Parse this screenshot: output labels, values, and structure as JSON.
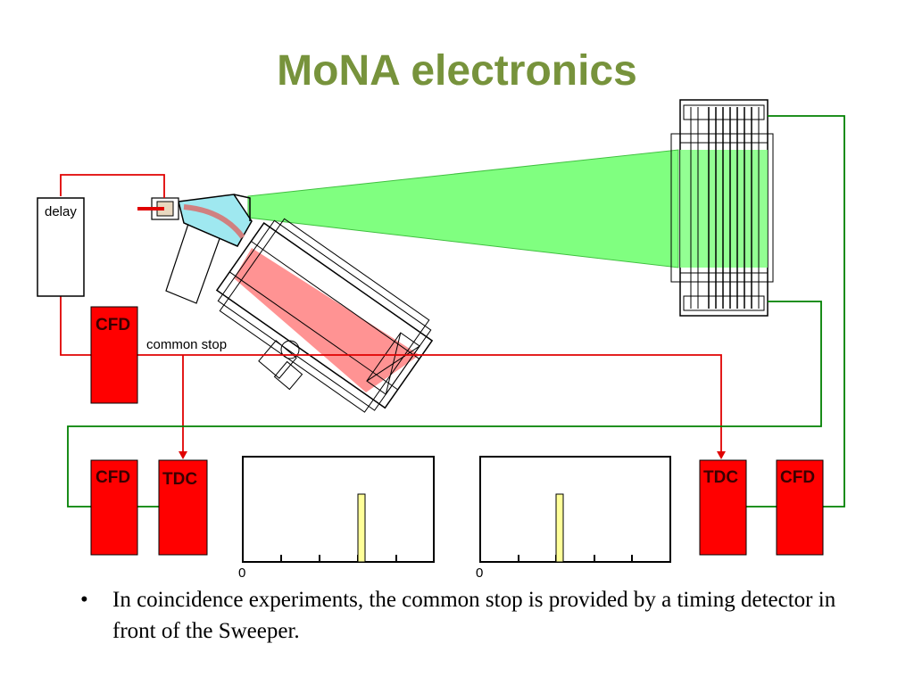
{
  "slide": {
    "title": "MoNA electronics",
    "bullets": [
      {
        "marker": "•",
        "text": "In coincidence experiments, the common stop is provided by a timing detector in front of the Sweeper."
      }
    ]
  },
  "diagram": {
    "delay_label": "delay",
    "common_stop_label": "common stop",
    "cfd_label": "CFD",
    "tdc_label": "TDC",
    "histogram_zero": "0",
    "colors": {
      "title": "#77933C",
      "red_wire": "#e00000",
      "green_wire": "#008000",
      "module_fill": "#ff0000",
      "beam_green": "#80ff80",
      "beam_red": "#ff8080",
      "peak_fill": "#ffff99"
    }
  }
}
